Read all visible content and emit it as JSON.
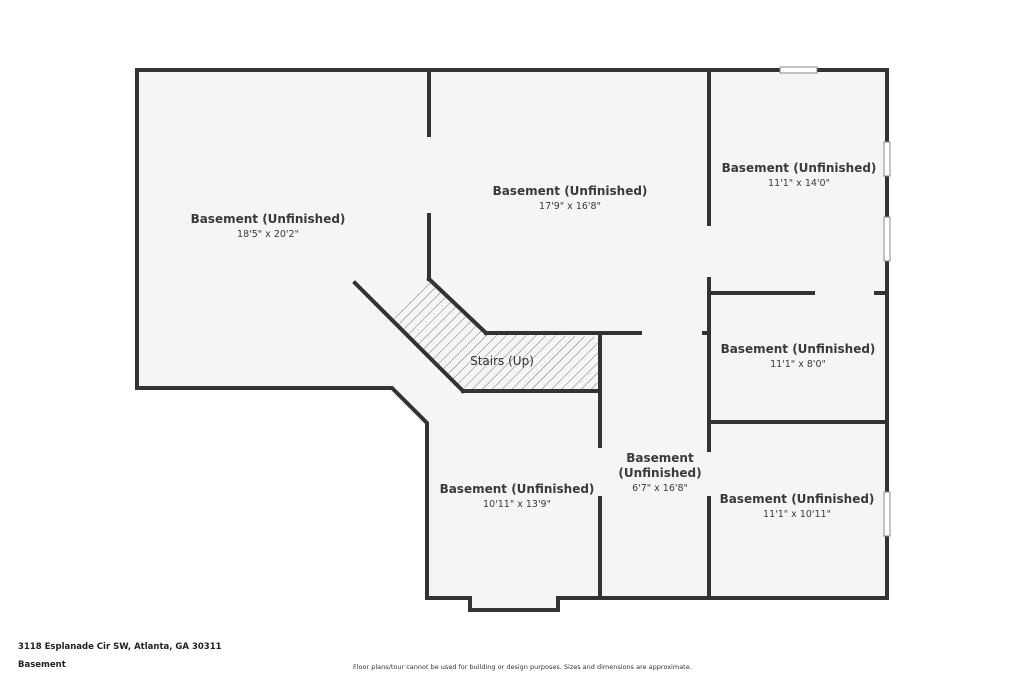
{
  "rooms": [
    {
      "id": "r1",
      "name": "Basement (Unfinished)",
      "dim": "18'5\" x 20'2\""
    },
    {
      "id": "r2",
      "name": "Basement (Unfinished)",
      "dim": "17'9\" x 16'8\""
    },
    {
      "id": "r3",
      "name": "Basement (Unfinished)",
      "dim": "11'1\" x 14'0\""
    },
    {
      "id": "r4",
      "name": "Basement (Unfinished)",
      "dim": "11'1\" x 8'0\""
    },
    {
      "id": "r5",
      "name": "Basement (Unfinished)",
      "dim": "10'11\" x 13'9\""
    },
    {
      "id": "r6",
      "name_line1": "Basement",
      "name_line2": "(Unfinished)",
      "dim": "6'7\" x 16'8\""
    },
    {
      "id": "r7",
      "name": "Basement (Unfinished)",
      "dim": "11'1\" x 10'11\""
    }
  ],
  "stairs": {
    "label": "Stairs (Up)"
  },
  "footer": {
    "address": "3118 Esplanade Cir SW, Atlanta, GA 30311",
    "level": "Basement",
    "disclaimer": "Floor plans/tour cannot be used for building or design purposes. Sizes and dimensions are approximate."
  }
}
